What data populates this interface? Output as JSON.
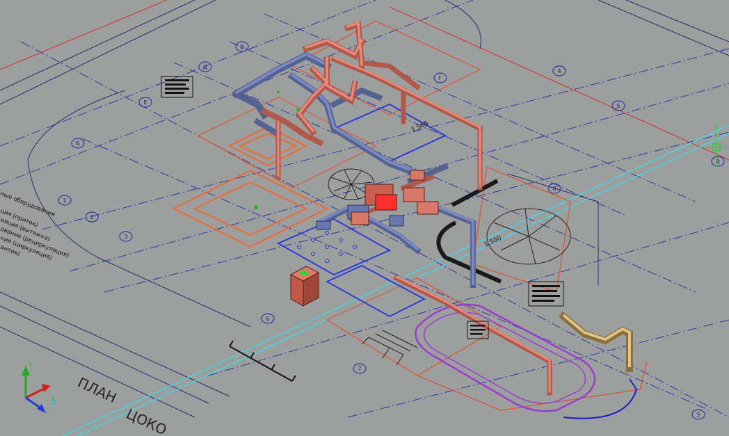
{
  "view": {
    "background": "#9d9f9e"
  },
  "grid_bubbles": [
    {
      "id": "4",
      "label": "4"
    },
    {
      "id": "5a",
      "label": "5"
    },
    {
      "id": "5b",
      "label": "5"
    },
    {
      "id": "6",
      "label": "6"
    },
    {
      "id": "7",
      "label": "7"
    },
    {
      "id": "8",
      "label": "8"
    },
    {
      "id": "1",
      "label": "1"
    },
    {
      "id": "2",
      "label": "2"
    },
    {
      "id": "3",
      "label": "3"
    },
    {
      "id": "V",
      "label": "В"
    },
    {
      "id": "B",
      "label": "Б"
    },
    {
      "id": "D",
      "label": "Д"
    },
    {
      "id": "E",
      "label": "Е"
    },
    {
      "id": "G",
      "label": "Г"
    },
    {
      "id": "B2",
      "label": "В"
    },
    {
      "id": "r1",
      "label": "1"
    }
  ],
  "labels": {
    "plan_title": "ПЛАН",
    "plan_subtitle": "ЦОКО",
    "dim_1": "1.500",
    "dim_2": "1.565",
    "legend_lines": [
      "ные оборудования",
      "ция (приток)",
      "ияция (вытяжка)",
      "ование (рециркуляция)",
      "ния (циркуляция)",
      "антия)"
    ]
  },
  "ucs": {
    "x_label": "X",
    "y_label": "Y",
    "z_label": "Z"
  },
  "colors": {
    "supply_duct": "#e07a6b",
    "exhaust_duct": "#6f7eb5",
    "outline_red": "#e05030",
    "outline_orange": "#f06a30",
    "outline_blue": "#2a3cd8",
    "outline_purple": "#9a3cd0",
    "grid_line": "#2a3aa0",
    "wall_dark": "#1a1a1a",
    "cyan_line": "#40d8e8",
    "ochre_duct": "#d0b070"
  }
}
